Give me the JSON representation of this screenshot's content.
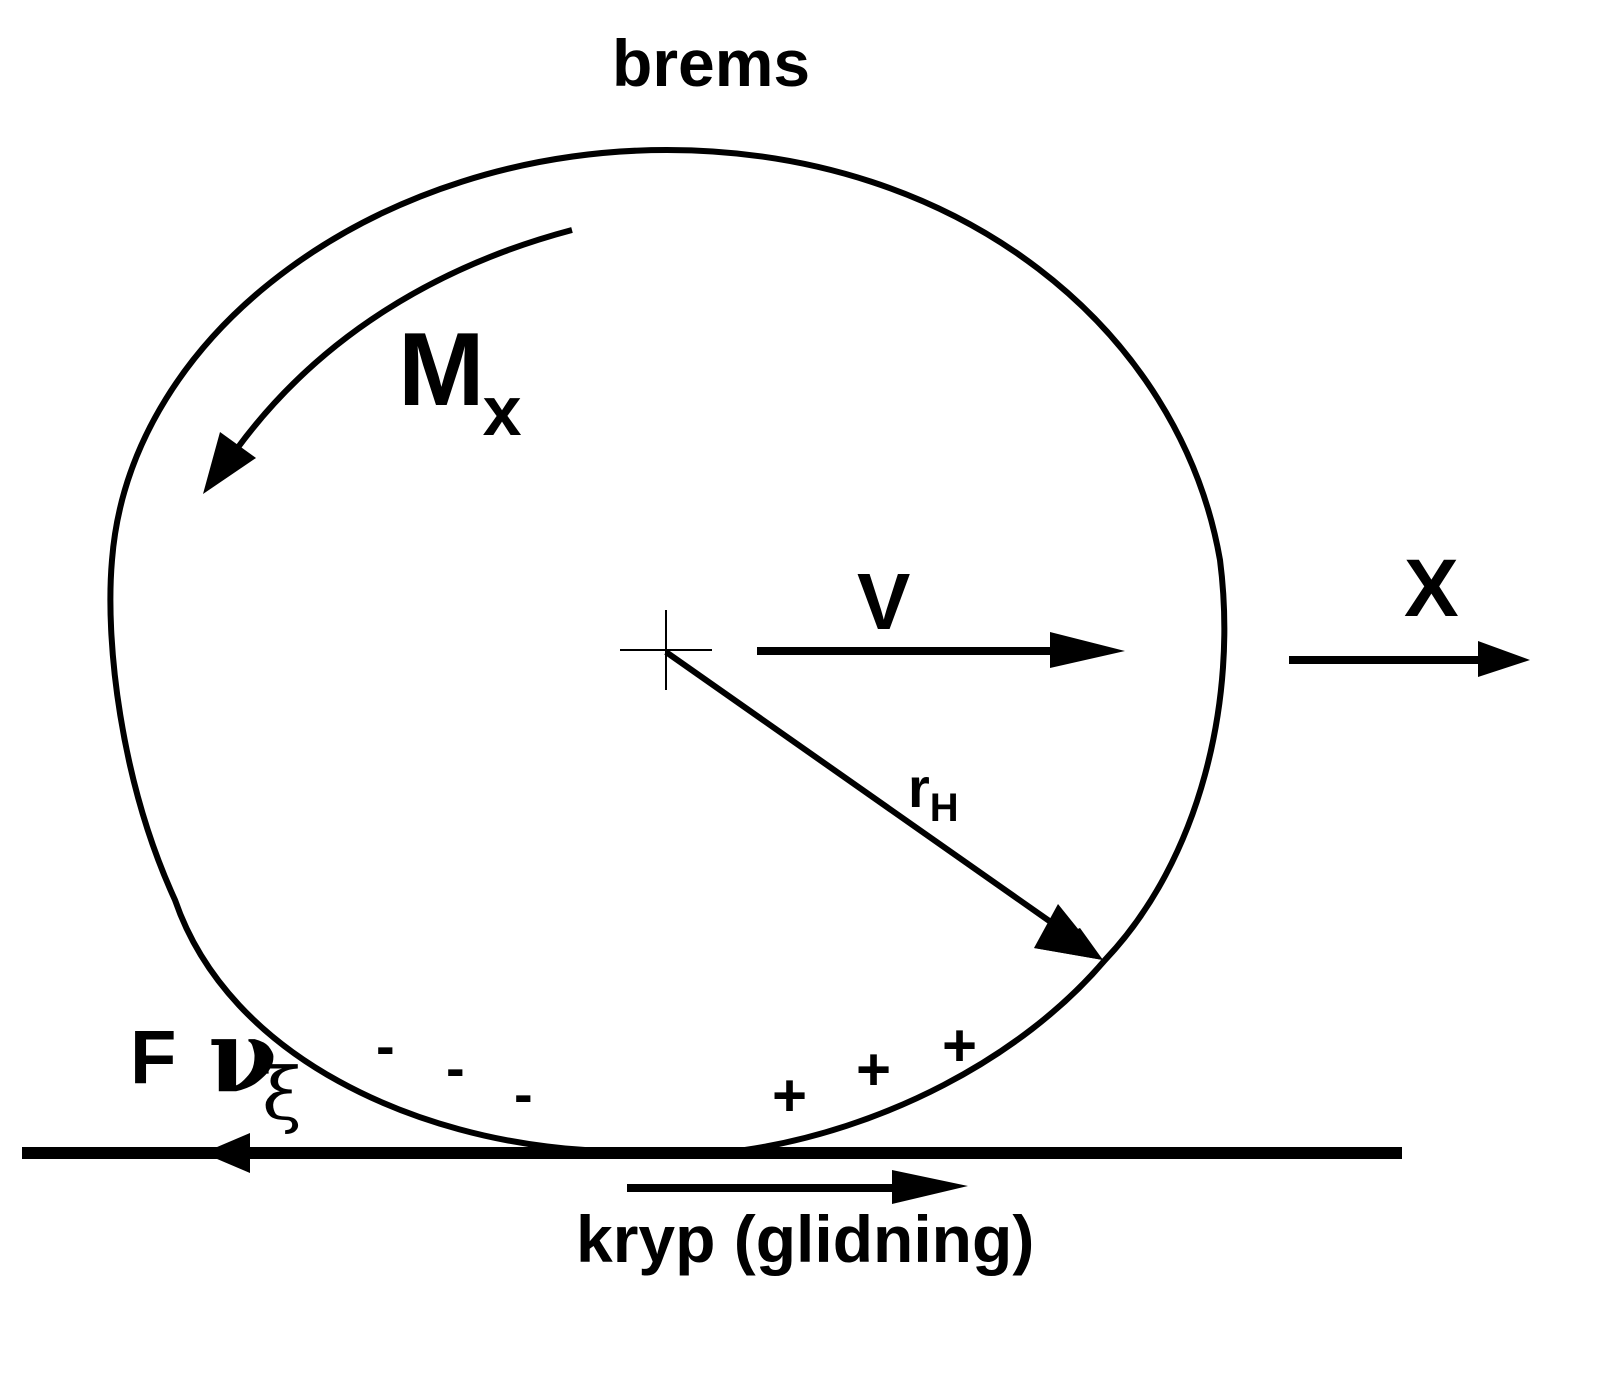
{
  "diagram": {
    "title": "brems",
    "moment_label": {
      "symbol": "M",
      "subscript": "x"
    },
    "velocity_label": "V",
    "axis_label": "X",
    "radius_label": {
      "symbol": "r",
      "subscript": "H"
    },
    "force_label": {
      "F": "F",
      "nu": "ν",
      "xi": "ξ"
    },
    "negative_signs": [
      "-",
      "-",
      "-"
    ],
    "positive_signs": [
      "+",
      "+",
      "+"
    ],
    "slip_label": "kryp (glidning)"
  },
  "colors": {
    "stroke": "#000000",
    "background": "#ffffff"
  }
}
